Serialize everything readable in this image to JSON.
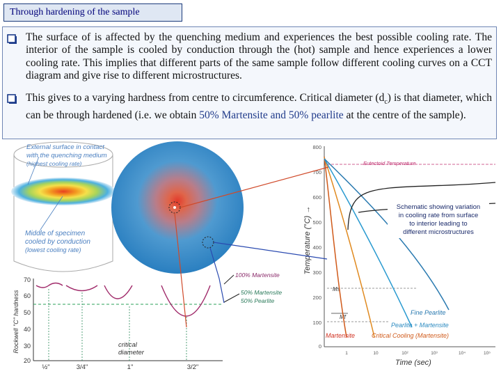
{
  "title": "Through hardening of the sample",
  "bullets": [
    {
      "text": "The surface of is affected by the quenching medium and experiences the best possible cooling rate. The interior of the sample is cooled by conduction through the (hot) sample and hence experiences a lower cooling rate. This implies that different parts of the same sample follow different cooling curves on a CCT diagram and give rise to different microstructures."
    },
    {
      "text_a": "This gives to a varying hardness from centre to circumference. Critical diameter (d",
      "text_sub": "c",
      "text_b": ") is that diameter, which can be through hardened (i.e. we obtain ",
      "highlight": "50% Martensite and 50% pearlite",
      "text_c": " at the centre of the sample)."
    }
  ],
  "cylinder": {
    "label_top_1": "External surface in contact",
    "label_top_2": "with the quenching medium",
    "label_top_3": "(highest cooling rate)",
    "label_mid_1": "Middle of specimen",
    "label_mid_2": "cooled by conduction",
    "label_mid_3": "(lowest cooling rate)"
  },
  "hardness_plot": {
    "ylabel": "Rockwell \"C\" hardness",
    "yticks": [
      "70",
      "60",
      "50",
      "40",
      "30",
      "20"
    ],
    "xticks": [
      "½\"",
      "3/4\"",
      "1\"",
      "3/2\""
    ],
    "annotation_1": "critical",
    "annotation_2": "diameter",
    "label_100": "100% Martensite",
    "label_50a": "50% Martensite",
    "label_50b": "50% Pearlite"
  },
  "cct": {
    "ylabel": "Temperature (°C) →",
    "xlabel": "Time (sec)",
    "yticks": [
      "800",
      "700",
      "600",
      "500",
      "400",
      "300",
      "200",
      "100",
      "0"
    ],
    "xticks": [
      "1",
      "10",
      "10²",
      "10³",
      "10⁴",
      "10⁵"
    ],
    "eutectoid": "Eutectoid Temperature",
    "ms": "Ms",
    "mf": "Mf",
    "martensite": "Martensite",
    "critical_cooling": "Critical Cooling (Martensite)",
    "pearlite_martensite": "Pearlite + Martensite",
    "fine_pearlite": "Fine Pearlite",
    "note_1": "Schematic showing variation",
    "note_2": "in cooling rate from surface",
    "note_3": "to interior leading to",
    "note_4": "different microstructures"
  }
}
